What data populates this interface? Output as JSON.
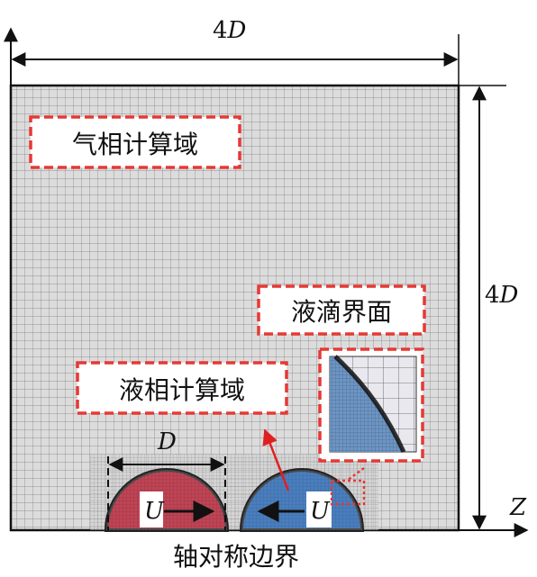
{
  "labels": {
    "top_dimension": "4",
    "top_dimension_var": "D",
    "right_dimension": "4",
    "right_dimension_var": "D",
    "gas_domain": "气相计算域",
    "droplet_interface": "液滴界面",
    "liquid_domain": "液相计算域",
    "diameter": "D",
    "velocity_left": "U",
    "velocity_right": "U",
    "z_axis": "Z",
    "axis_boundary": "轴对称边界"
  },
  "colors": {
    "grid_background": "#d9d9d9",
    "grid_line": "#8a8a8a",
    "dashed_box": "#e53935",
    "droplet_left": "#b5192e",
    "droplet_right": "#1f63b5",
    "arrow_red": "#e02020"
  },
  "icons": {
    "arrowheads": "filled-triangle-arrow",
    "inset": "mesh-zoom-inset"
  }
}
